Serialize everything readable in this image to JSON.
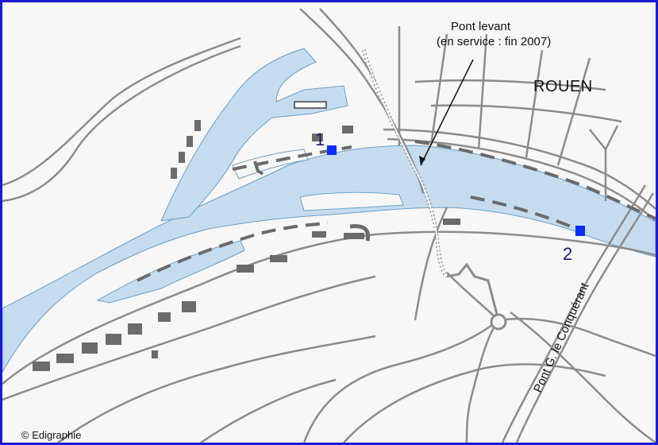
{
  "map": {
    "callout_line1": "Pont levant",
    "callout_line2": "(en service : fin 2007)",
    "city_label": "ROUEN",
    "marker1_label": "1",
    "marker2_label": "2",
    "bridge_label": "Pont G. le Conquérant",
    "credit": "© Edigraphie"
  },
  "colors": {
    "water": "#c5dcef",
    "water_edge": "#6aa0c8",
    "road": "#8c8c8c",
    "building": "#6b6b6b",
    "marker": "#0a2dff",
    "frame": "#1a1ad4",
    "background": "#f7f7f7"
  }
}
